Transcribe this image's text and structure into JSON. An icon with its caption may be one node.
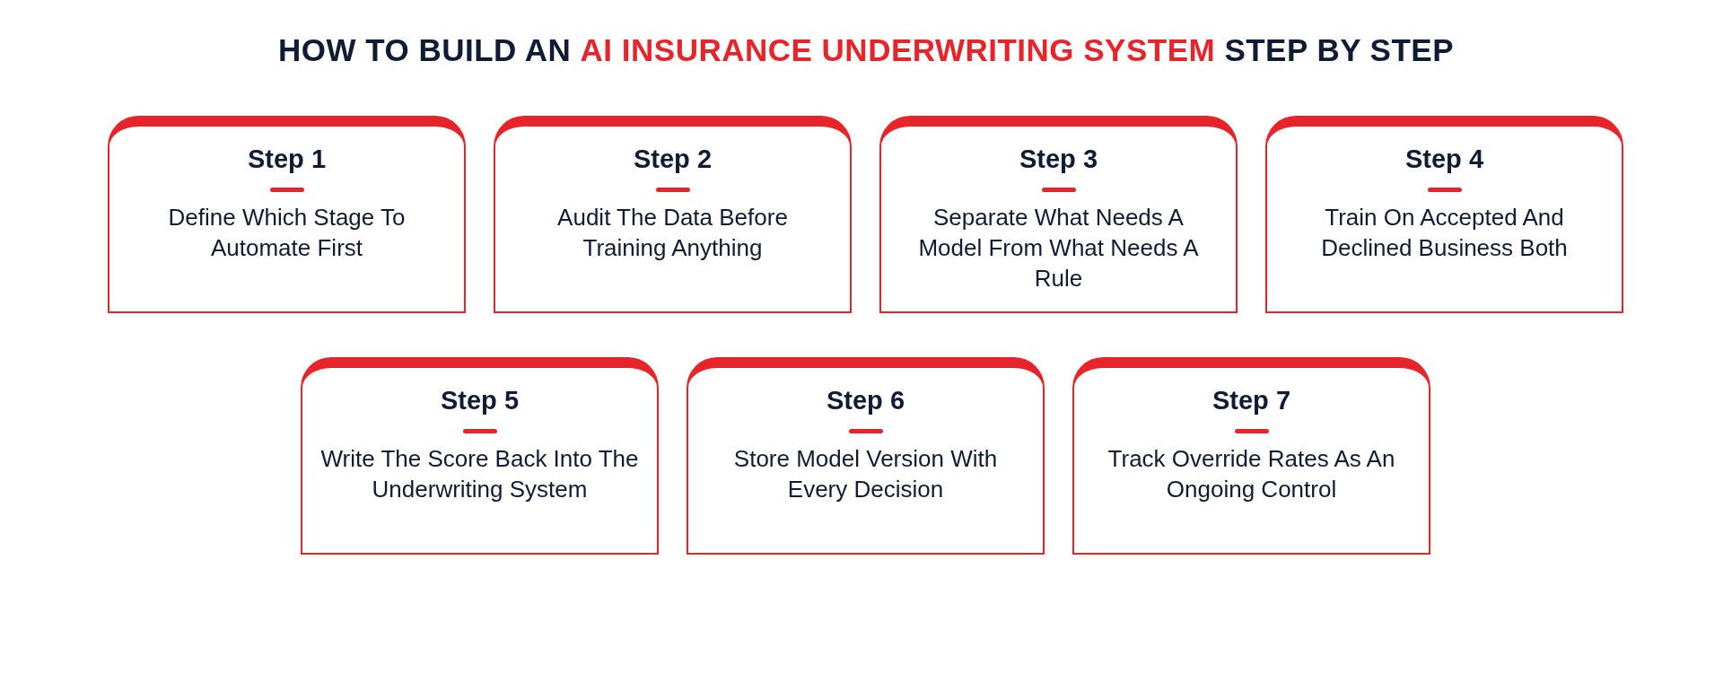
{
  "diagram": {
    "title": "HOW TO BUILD AN **AI INSURANCE UNDERWRITING SYSTEM** STEP BY STEP",
    "nodes": [
      {
        "text": [
          "Step 1",
          "Define Which Stage To Automate First"
        ]
      },
      {
        "text": [
          "Step 2",
          "Audit The Data Before Training Anything"
        ]
      },
      {
        "text": [
          "Step 3",
          "Separate What Needs A Model From What Needs A Rule"
        ]
      },
      {
        "text": [
          "Step 4",
          "Train On Accepted And Declined Business Both"
        ]
      },
      {
        "text": [
          "Step 5",
          "Write The Score Back Into The Underwriting System"
        ]
      },
      {
        "text": [
          "Step 6",
          "Store Model Version With Every Decision"
        ]
      },
      {
        "text": [
          "Step 7",
          "Track Override Rates As An Ongoing Control"
        ]
      }
    ],
    "edges": []
  }
}
